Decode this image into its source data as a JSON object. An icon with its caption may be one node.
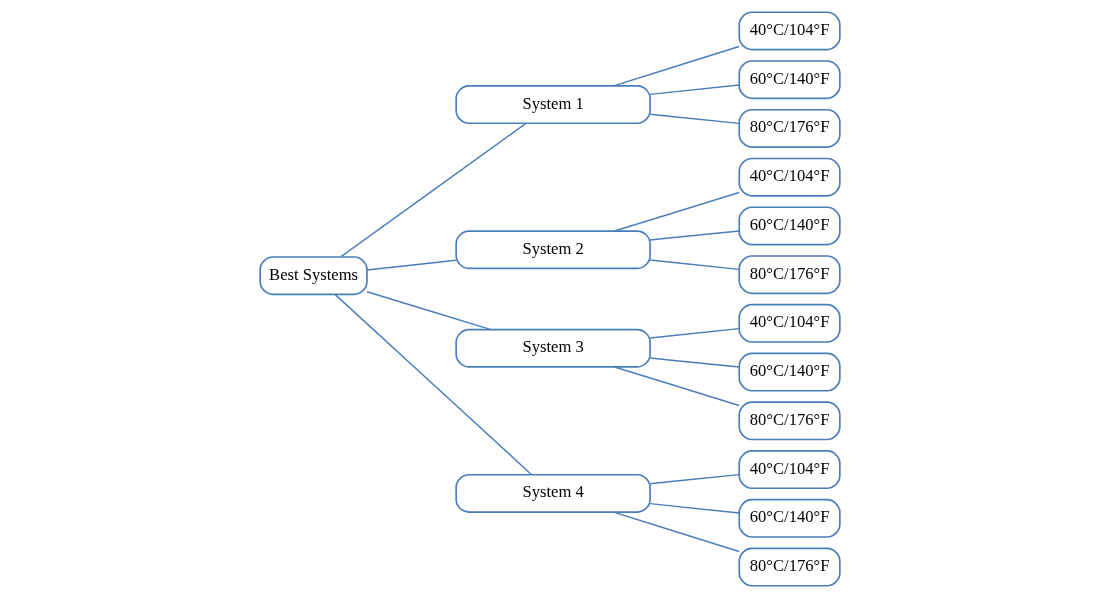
{
  "diagram": {
    "nodes": [
      {
        "text": [
          "Best Systems"
        ]
      },
      {
        "text": [
          "System 1"
        ]
      },
      {
        "text": [
          "40°C/104°F"
        ]
      },
      {
        "text": [
          "60°C/140°F"
        ]
      },
      {
        "text": [
          "80°C/176°F"
        ]
      },
      {
        "text": [
          "System 2"
        ]
      },
      {
        "text": [
          "40°C/104°F"
        ]
      },
      {
        "text": [
          "60°C/140°F"
        ]
      },
      {
        "text": [
          "80°C/176°F"
        ]
      },
      {
        "text": [
          "System 3"
        ]
      },
      {
        "text": [
          "40°C/104°F"
        ]
      },
      {
        "text": [
          "60°C/140°F"
        ]
      },
      {
        "text": [
          "80°C/176°F"
        ]
      },
      {
        "text": [
          "System 4"
        ]
      },
      {
        "text": [
          "40°C/104°F"
        ]
      },
      {
        "text": [
          "60°C/140°F"
        ]
      },
      {
        "text": [
          "80°C/176°F"
        ]
      }
    ],
    "edges": [
      {
        "from": 0,
        "to": 1,
        "arrow": "none"
      },
      {
        "from": 0,
        "to": 5,
        "arrow": "none"
      },
      {
        "from": 0,
        "to": 9,
        "arrow": "none"
      },
      {
        "from": 0,
        "to": 13,
        "arrow": "none"
      },
      {
        "from": 1,
        "to": 2,
        "arrow": "none"
      },
      {
        "from": 1,
        "to": 3,
        "arrow": "none"
      },
      {
        "from": 1,
        "to": 4,
        "arrow": "none"
      },
      {
        "from": 5,
        "to": 6,
        "arrow": "none"
      },
      {
        "from": 5,
        "to": 7,
        "arrow": "none"
      },
      {
        "from": 5,
        "to": 8,
        "arrow": "none"
      },
      {
        "from": 9,
        "to": 10,
        "arrow": "none"
      },
      {
        "from": 9,
        "to": 11,
        "arrow": "none"
      },
      {
        "from": 9,
        "to": 12,
        "arrow": "none"
      },
      {
        "from": 13,
        "to": 14,
        "arrow": "none"
      },
      {
        "from": 13,
        "to": 15,
        "arrow": "none"
      },
      {
        "from": 13,
        "to": 16,
        "arrow": "none"
      }
    ]
  }
}
